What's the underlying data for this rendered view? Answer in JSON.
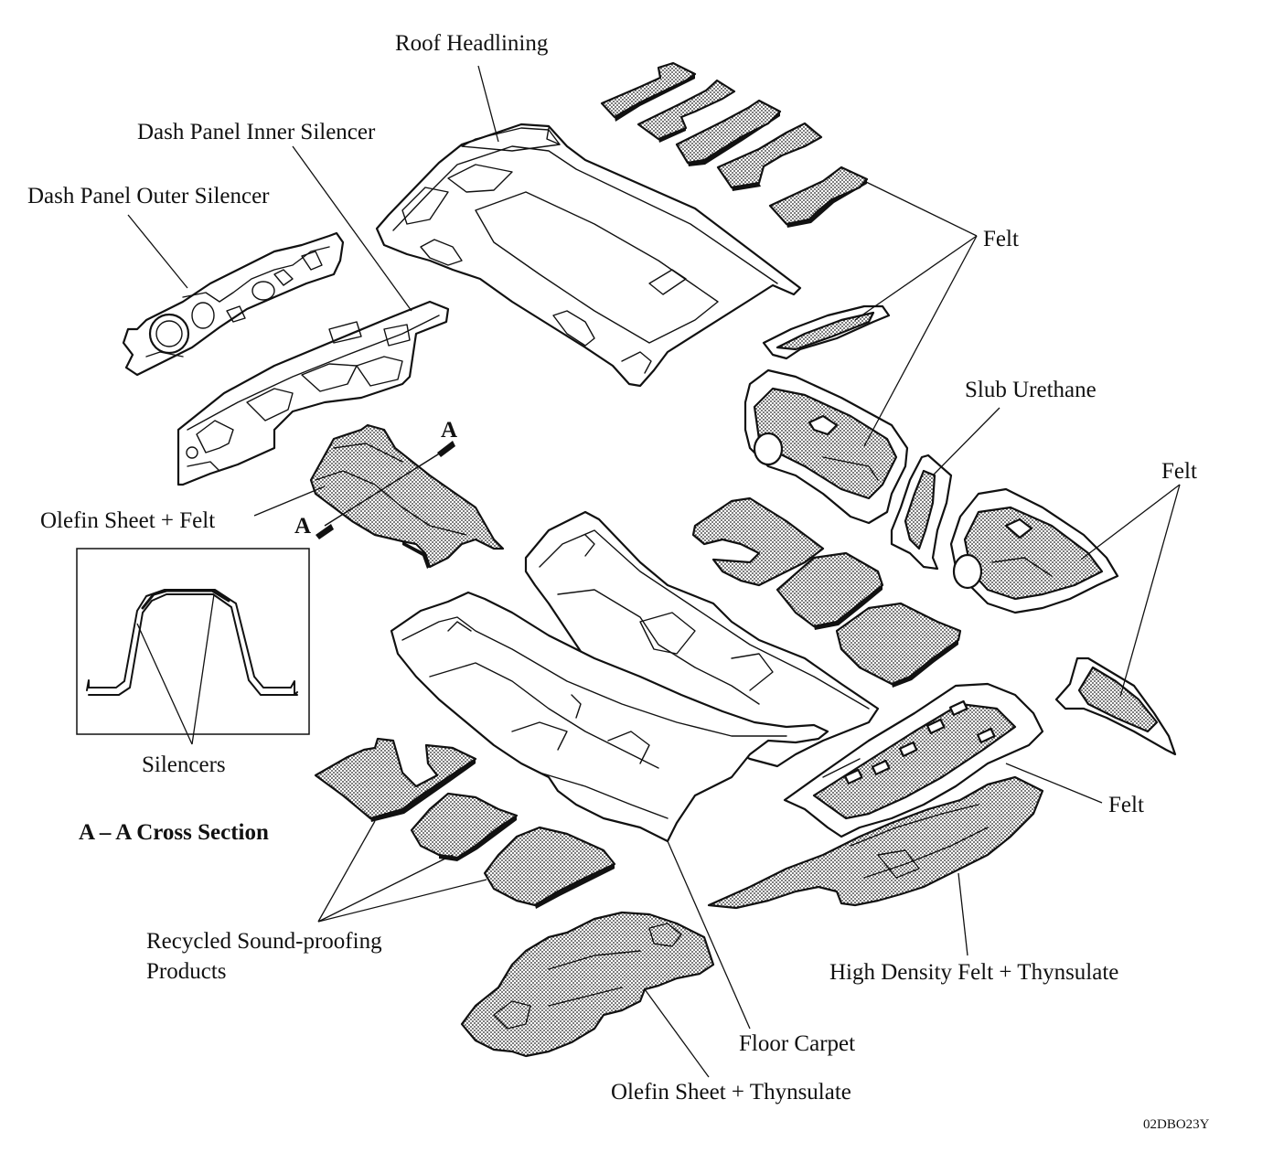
{
  "labels": {
    "roof_headlining": "Roof Headlining",
    "dash_panel_inner_silencer": "Dash Panel Inner Silencer",
    "dash_panel_outer_silencer": "Dash Panel Outer Silencer",
    "felt_top": "Felt",
    "slub_urethane": "Slub Urethane",
    "felt_right": "Felt",
    "olefin_sheet_felt": "Olefin Sheet + Felt",
    "section_marker_a_top": "A",
    "section_marker_a_bottom": "A",
    "silencers": "Silencers",
    "cross_section_title": "A – A Cross Section",
    "felt_lower_right": "Felt",
    "recycled_line1": "Recycled Sound-proofing",
    "recycled_line2": "Products",
    "high_density_felt": "High Density Felt + Thynsulate",
    "floor_carpet": "Floor Carpet",
    "olefin_sheet_thynsulate": "Olefin Sheet + Thynsulate"
  },
  "figure_code": "02DBO23Y"
}
